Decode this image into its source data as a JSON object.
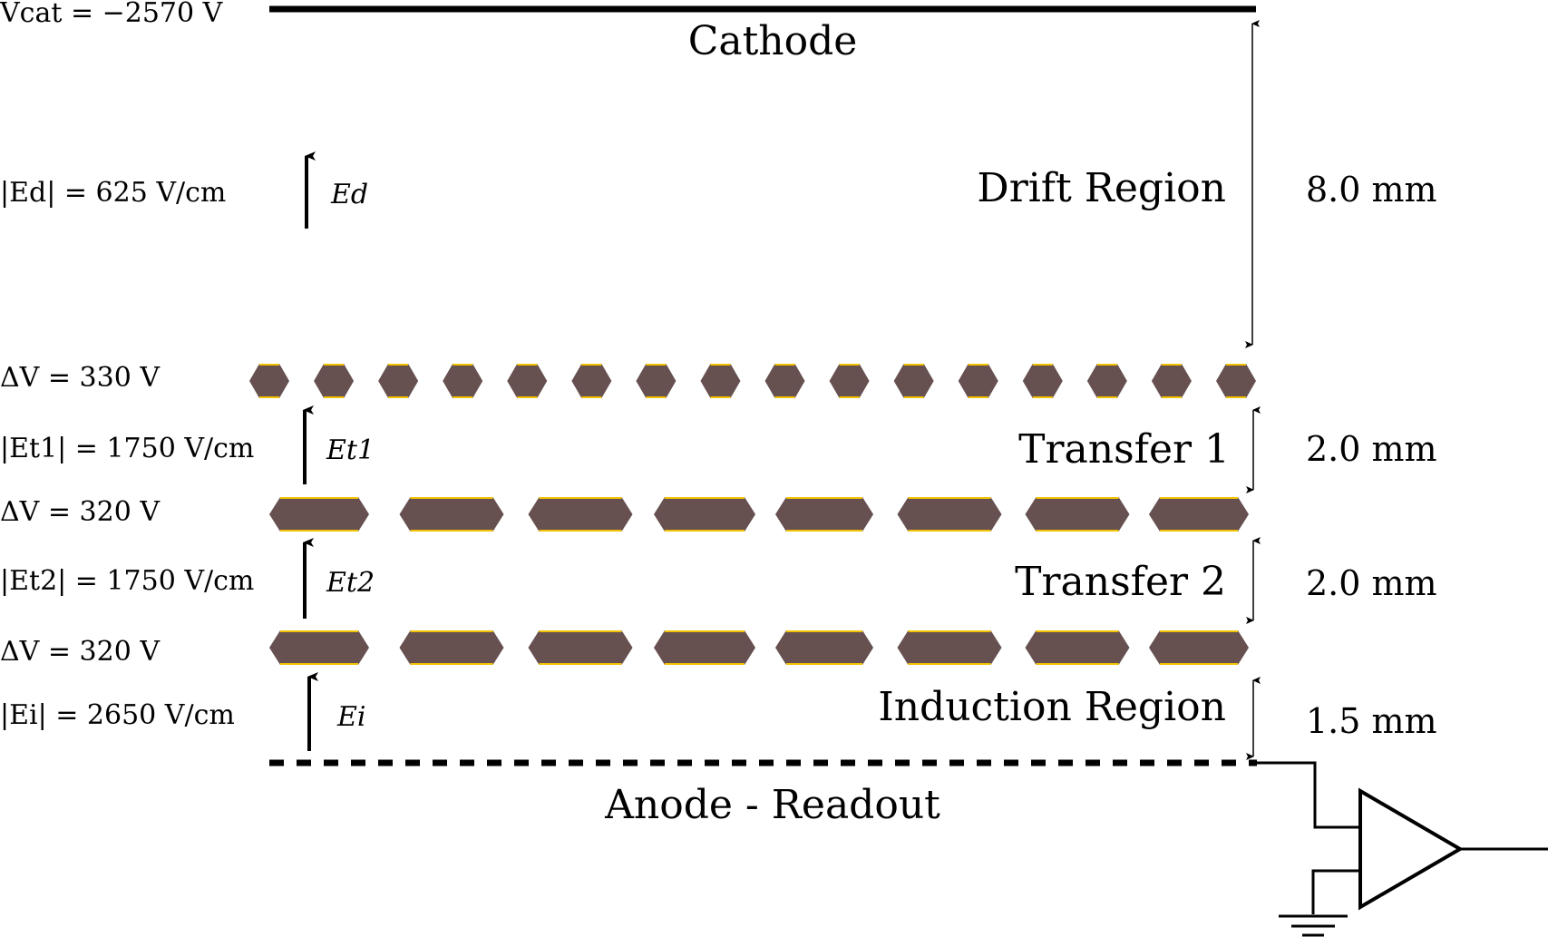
{
  "colors": {
    "electrode": "#000000",
    "gem_foil": "#675050",
    "gem_edge": "#f2c200",
    "background": "#ffffff"
  },
  "cathode": {
    "voltage_label": "Vcat = −2570 V",
    "name": "Cathode"
  },
  "drift_region": {
    "name": "Drift Region",
    "field_label": "|Ed| = 625 V/cm",
    "vector_label": "Ed",
    "gap": "8.0 mm"
  },
  "gem1": {
    "voltage_label": "ΔV = 330 V",
    "hole_count": 16
  },
  "transfer1": {
    "name": "Transfer 1",
    "field_label": "|Et1| = 1750 V/cm",
    "vector_label": "Et1",
    "gap": "2.0 mm"
  },
  "gem2": {
    "voltage_label": "ΔV = 320 V",
    "segment_count": 8
  },
  "transfer2": {
    "name": "Transfer 2",
    "field_label": "|Et2| = 1750 V/cm",
    "vector_label": "Et2",
    "gap": "2.0 mm"
  },
  "gem3": {
    "voltage_label": "ΔV = 320 V",
    "segment_count": 8
  },
  "induction_region": {
    "name": "Induction Region",
    "field_label": "|Ei| = 2650 V/cm",
    "vector_label": "Ei",
    "gap": "1.5 mm"
  },
  "anode": {
    "name": "Anode - Readout"
  }
}
